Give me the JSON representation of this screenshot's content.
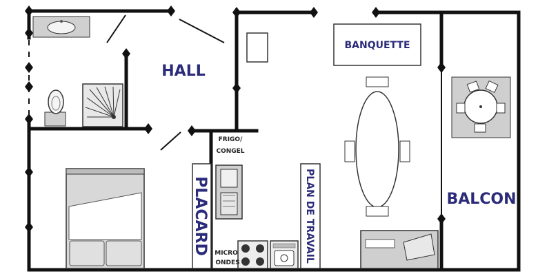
{
  "rooms": {
    "hall": "HALL",
    "balcon": "BALCON"
  },
  "furniture": {
    "banquette": "BANQUETTE",
    "placard": "PLACARD",
    "plan_de_travail": "PLAN DE TRAVAIL",
    "frigo_line1": "FRIGO/",
    "frigo_line2": "CONGEL",
    "micro_line1": "MICRO",
    "micro_line2": "ONDES"
  },
  "colors": {
    "wall": "#111111",
    "label": "#2b2b7a",
    "furniture_fill": "#d0d0d0",
    "bed_sheet": "#ffffff"
  }
}
